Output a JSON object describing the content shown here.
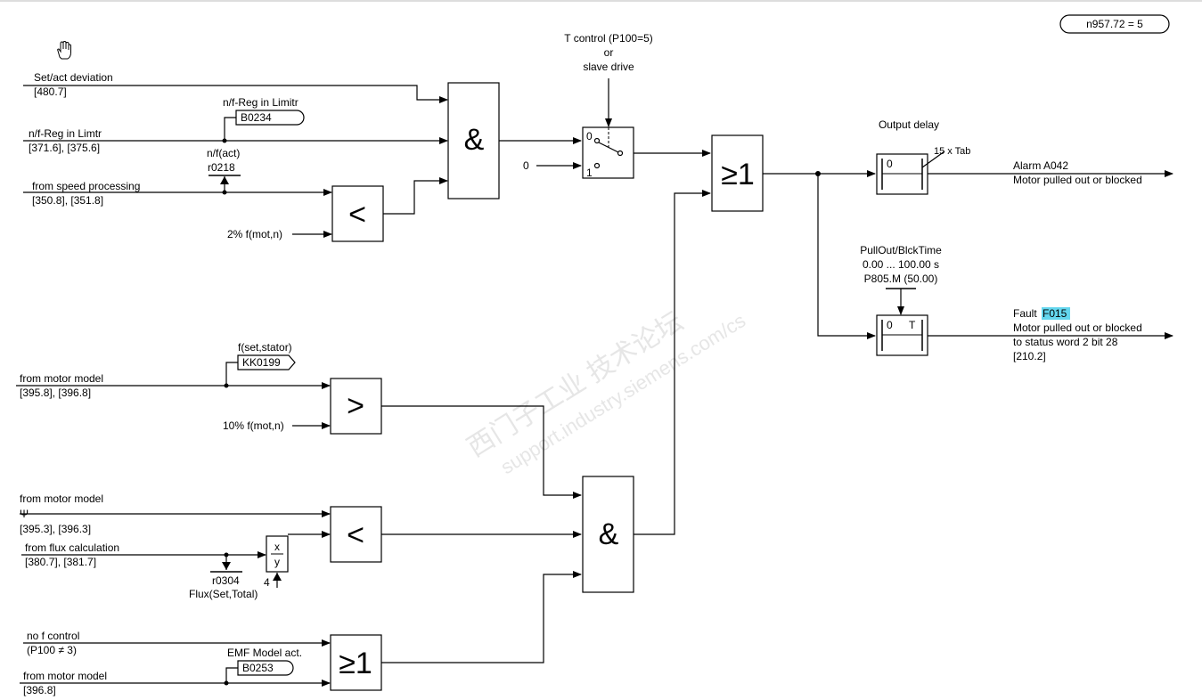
{
  "top_badge": "n957.72 = 5",
  "cursor_icon": "hand-pointer-icon",
  "colors": {
    "line": "#000000",
    "highlight": "#63d6ee",
    "watermark": "#c8c8c8"
  },
  "inputs": {
    "set_act_dev": {
      "label": "Set/act deviation",
      "ref": "[480.7]"
    },
    "nf_reg": {
      "label": "n/f-Reg in Limtr",
      "ref": "[371.6], [375.6]",
      "binector_label": "n/f-Reg in Limitr",
      "binector": "B0234"
    },
    "speed_proc": {
      "label": "from speed processing",
      "ref": "[350.8], [351.8]",
      "param_label": "n/f(act)",
      "param": "r0218"
    },
    "threshold_2pct": "2% f(mot,n)",
    "motor_model_1": {
      "label": "from motor model",
      "ref": "[395.8], [396.8]",
      "conn_label": "f(set,stator)",
      "connector": "KK0199"
    },
    "threshold_10pct": "10% f(mot,n)",
    "motor_model_2": {
      "label": "from motor model",
      "psi": "Ψ",
      "ref": "[395.3], [396.3]"
    },
    "flux_calc": {
      "label": "from flux calculation",
      "ref": "[380.7], [381.7]",
      "param": "r0304",
      "param_label": "Flux(Set,Total)",
      "div_x": "x",
      "div_y": "y",
      "div_const": "4"
    },
    "no_f_control": {
      "label": "no f control",
      "cond": "(P100 ≠ 3)"
    },
    "motor_model_3": {
      "label": "from motor model",
      "ref": "[396.8]",
      "binector_label": "EMF Model act.",
      "binector": "B0253"
    }
  },
  "switch": {
    "title_1": "T control (P100=5)",
    "title_2": "or",
    "title_3": "slave drive",
    "pos_0": "0",
    "pos_1": "1",
    "input_zero": "0"
  },
  "gates": {
    "and_symbol": "&",
    "or_symbol": "≥1",
    "lt_symbol": "<",
    "gt_symbol": ">"
  },
  "output_delay": {
    "title": "Output delay",
    "value": "0",
    "tab": "15 x Tab"
  },
  "alarm": {
    "code": "Alarm A042",
    "text": "Motor pulled out or blocked"
  },
  "pullout": {
    "title": "PullOut/BlckTime",
    "range": "0.00 ... 100.00 s",
    "param": "P805.M (50.00)",
    "val_0": "0",
    "val_t": "T"
  },
  "fault": {
    "prefix": "Fault",
    "code": "F015",
    "text": "Motor pulled out or blocked",
    "status": "to status word 2 bit 28",
    "ref": "[210.2]"
  },
  "watermark": {
    "line1": "西门子工业 技术论坛",
    "line2": "support.industry.siemens.com/cs"
  }
}
